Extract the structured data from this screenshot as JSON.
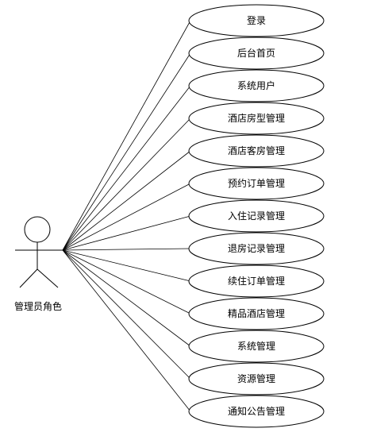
{
  "actor": {
    "label": "管理员角色"
  },
  "use_cases": [
    {
      "label": "登录"
    },
    {
      "label": "后台首页"
    },
    {
      "label": "系统用户"
    },
    {
      "label": "酒店房型管理"
    },
    {
      "label": "酒店客房管理"
    },
    {
      "label": "预约订单管理"
    },
    {
      "label": "入住记录管理"
    },
    {
      "label": "退房记录管理"
    },
    {
      "label": "续住订单管理"
    },
    {
      "label": "精品酒店管理"
    },
    {
      "label": "系统管理"
    },
    {
      "label": "资源管理"
    },
    {
      "label": "通知公告管理"
    }
  ],
  "colors": {
    "line": "#000000",
    "ellipse_fill": "#ffffff",
    "ellipse_stroke": "#000000",
    "background": "#ffffff"
  }
}
